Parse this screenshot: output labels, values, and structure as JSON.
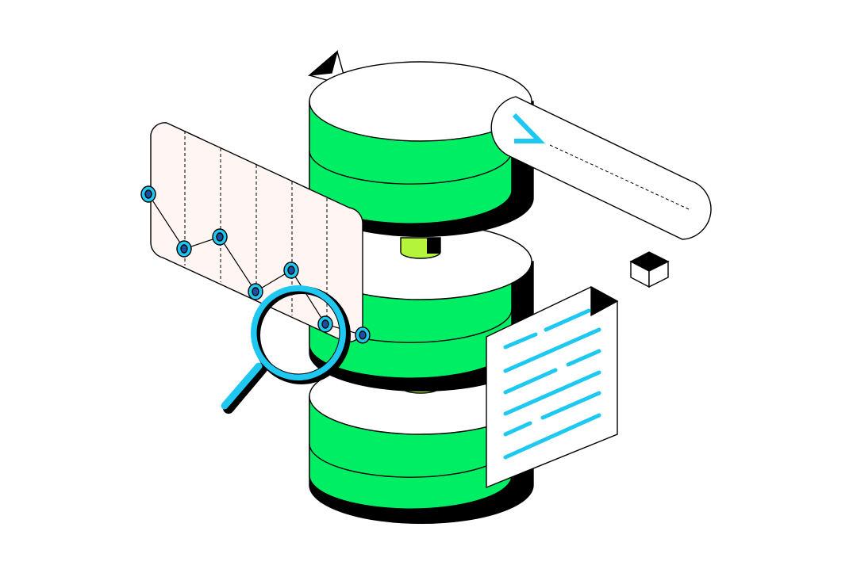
{
  "illustration": {
    "prompt_symbol": ">",
    "icons": [
      "database-icon",
      "line-chart-icon",
      "magnifier-icon",
      "terminal-prompt-icon",
      "document-icon",
      "cube-icon",
      "paper-plane-icon"
    ]
  },
  "colors": {
    "database_green": "#00EE64",
    "connector_lime": "#B4F53C",
    "accent_cyan": "#1EC8F0",
    "chart_panel": "#FFF5F3",
    "outline": "#000000",
    "background": "#FFFFFF"
  },
  "chart_points": [
    3,
    1,
    2.5,
    0.5,
    2.5,
    0.5,
    0.8
  ]
}
